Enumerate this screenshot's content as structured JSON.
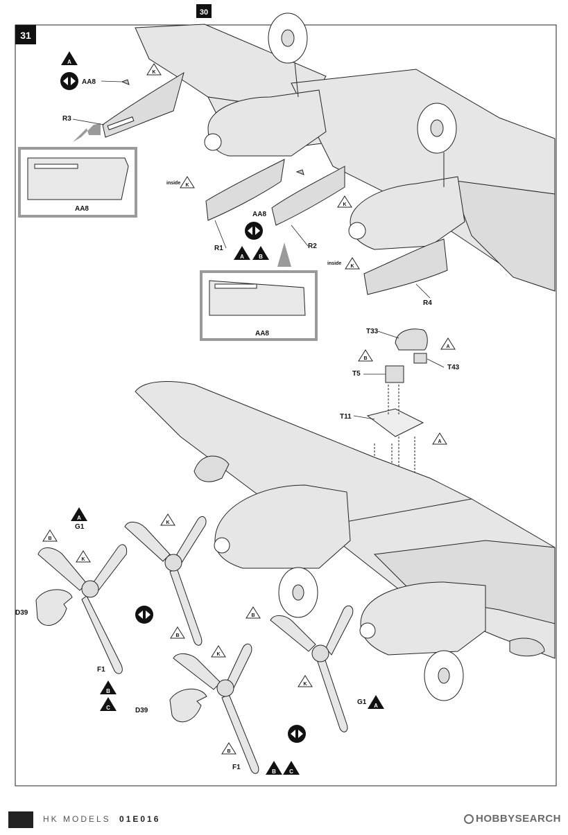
{
  "step": {
    "number": "31",
    "prev_ref": "30"
  },
  "markers": {
    "A": "A",
    "B": "B",
    "C": "C",
    "K": "K"
  },
  "parts": {
    "AA8": "AA8",
    "R3": "R3",
    "R1": "R1",
    "R2": "R2",
    "R4": "R4",
    "T33": "T33",
    "T43": "T43",
    "T5": "T5",
    "T11": "T11",
    "G1": "G1",
    "D39": "D39",
    "F1": "F1"
  },
  "inside_label": "inside",
  "footer": {
    "brand": "HK MODELS",
    "code": "01E016",
    "watermark": "HOBBYSEARCH"
  },
  "colors": {
    "shade": "#e6e6e6",
    "line": "#222222",
    "callout_border": "#9a9a9a",
    "callout_fill": "#ffffff"
  }
}
